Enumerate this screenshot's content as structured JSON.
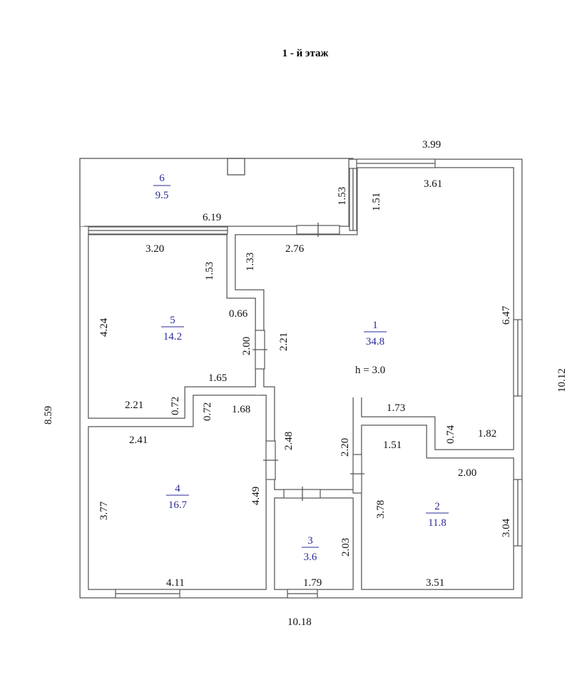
{
  "title": "1 - й этаж",
  "ceiling_height": "h = 3.0",
  "rooms": [
    {
      "number": "1",
      "area": "34.8"
    },
    {
      "number": "2",
      "area": "11.8"
    },
    {
      "number": "3",
      "area": "3.6"
    },
    {
      "number": "4",
      "area": "16.7"
    },
    {
      "number": "5",
      "area": "14.2"
    },
    {
      "number": "6",
      "area": "9.5"
    }
  ],
  "dimensions": {
    "outer_top": "3.99",
    "outer_right": "10.12",
    "outer_bottom": "10.18",
    "outer_left": "8.59",
    "r1_top": "3.61",
    "r1_left_upper": "1.51",
    "r1_right": "6.47",
    "r1_top_left": "2.76",
    "r1_wall_a": "1.33",
    "r1_wall_b": "2.21",
    "r1_bottom_a": "1.73",
    "r1_bottom_b": "0.74",
    "r1_bottom_c": "1.82",
    "r6_right": "1.53",
    "r6_bottom": "6.19",
    "r5_top": "3.20",
    "r5_right_upper": "1.53",
    "r5_step": "0.66",
    "r5_right": "2.00",
    "r5_left": "4.24",
    "r5_bottom_a": "1.65",
    "r5_bottom_b": "0.72",
    "r5_bottom_c": "2.21",
    "r4_top_step": "0.72",
    "r4_top": "1.68",
    "r4_top_left": "2.41",
    "r4_left": "3.77",
    "r4_right": "4.49",
    "r4_bottom": "4.11",
    "hall_left": "2.48",
    "hall_right": "2.20",
    "r3_right": "2.03",
    "r3_bottom": "1.79",
    "r2_top": "1.51",
    "r2_top_right": "2.00",
    "r2_left": "3.78",
    "r2_right": "3.04",
    "r2_bottom": "3.51"
  },
  "colors": {
    "room_label": "#2a2a9a",
    "wall": "#555555"
  }
}
